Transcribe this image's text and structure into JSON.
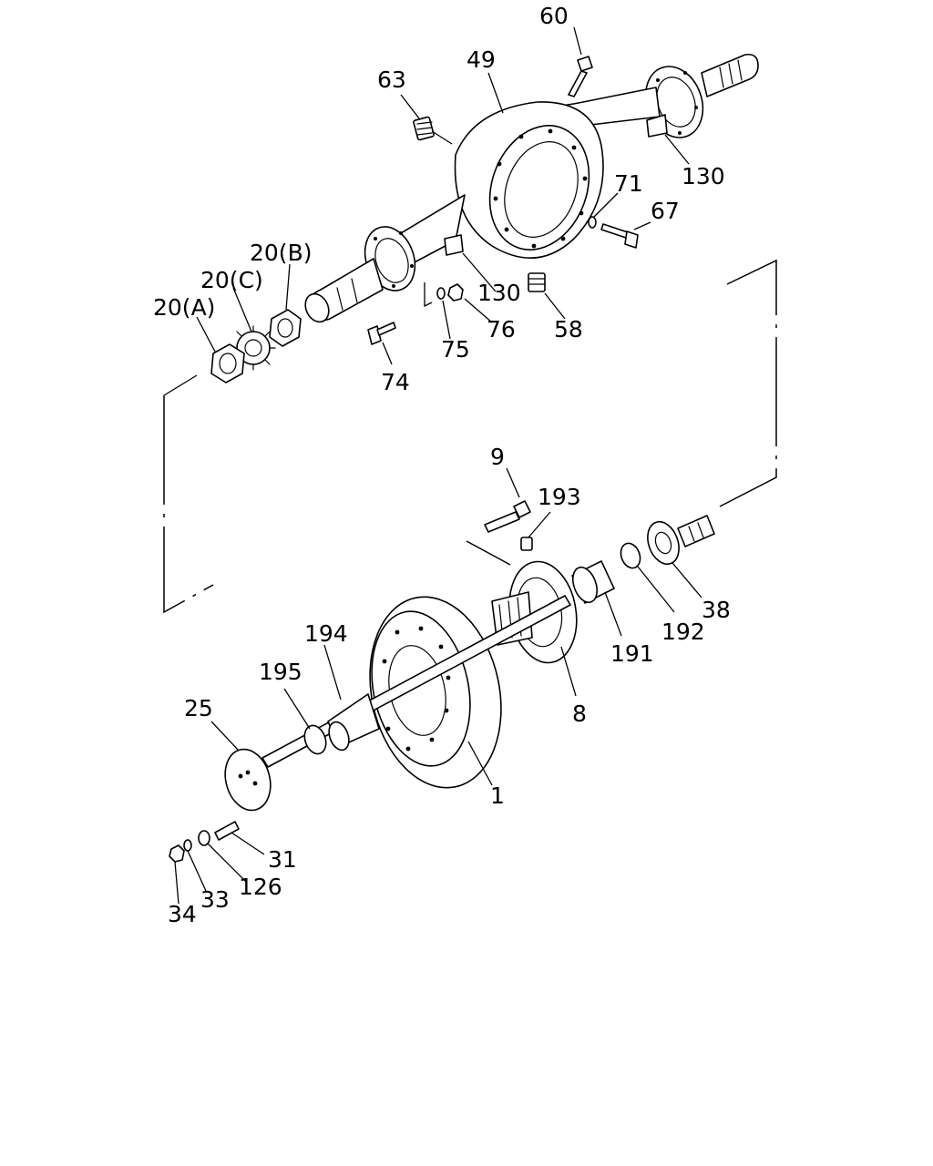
{
  "callouts": [
    {
      "id": "60",
      "text": "60"
    },
    {
      "id": "49",
      "text": "49"
    },
    {
      "id": "63",
      "text": "63"
    },
    {
      "id": "130a",
      "text": "130"
    },
    {
      "id": "71",
      "text": "71"
    },
    {
      "id": "67",
      "text": "67"
    },
    {
      "id": "20b",
      "text": "20(B)"
    },
    {
      "id": "20c",
      "text": "20(C)"
    },
    {
      "id": "20a",
      "text": "20(A)"
    },
    {
      "id": "130b",
      "text": "130"
    },
    {
      "id": "58",
      "text": "58"
    },
    {
      "id": "76",
      "text": "76"
    },
    {
      "id": "75",
      "text": "75"
    },
    {
      "id": "74",
      "text": "74"
    },
    {
      "id": "9",
      "text": "9"
    },
    {
      "id": "193",
      "text": "193"
    },
    {
      "id": "38",
      "text": "38"
    },
    {
      "id": "192",
      "text": "192"
    },
    {
      "id": "191",
      "text": "191"
    },
    {
      "id": "8",
      "text": "8"
    },
    {
      "id": "194",
      "text": "194"
    },
    {
      "id": "195",
      "text": "195"
    },
    {
      "id": "25",
      "text": "25"
    },
    {
      "id": "1",
      "text": "1"
    },
    {
      "id": "31",
      "text": "31"
    },
    {
      "id": "126",
      "text": "126"
    },
    {
      "id": "33",
      "text": "33"
    },
    {
      "id": "34",
      "text": "34"
    }
  ]
}
